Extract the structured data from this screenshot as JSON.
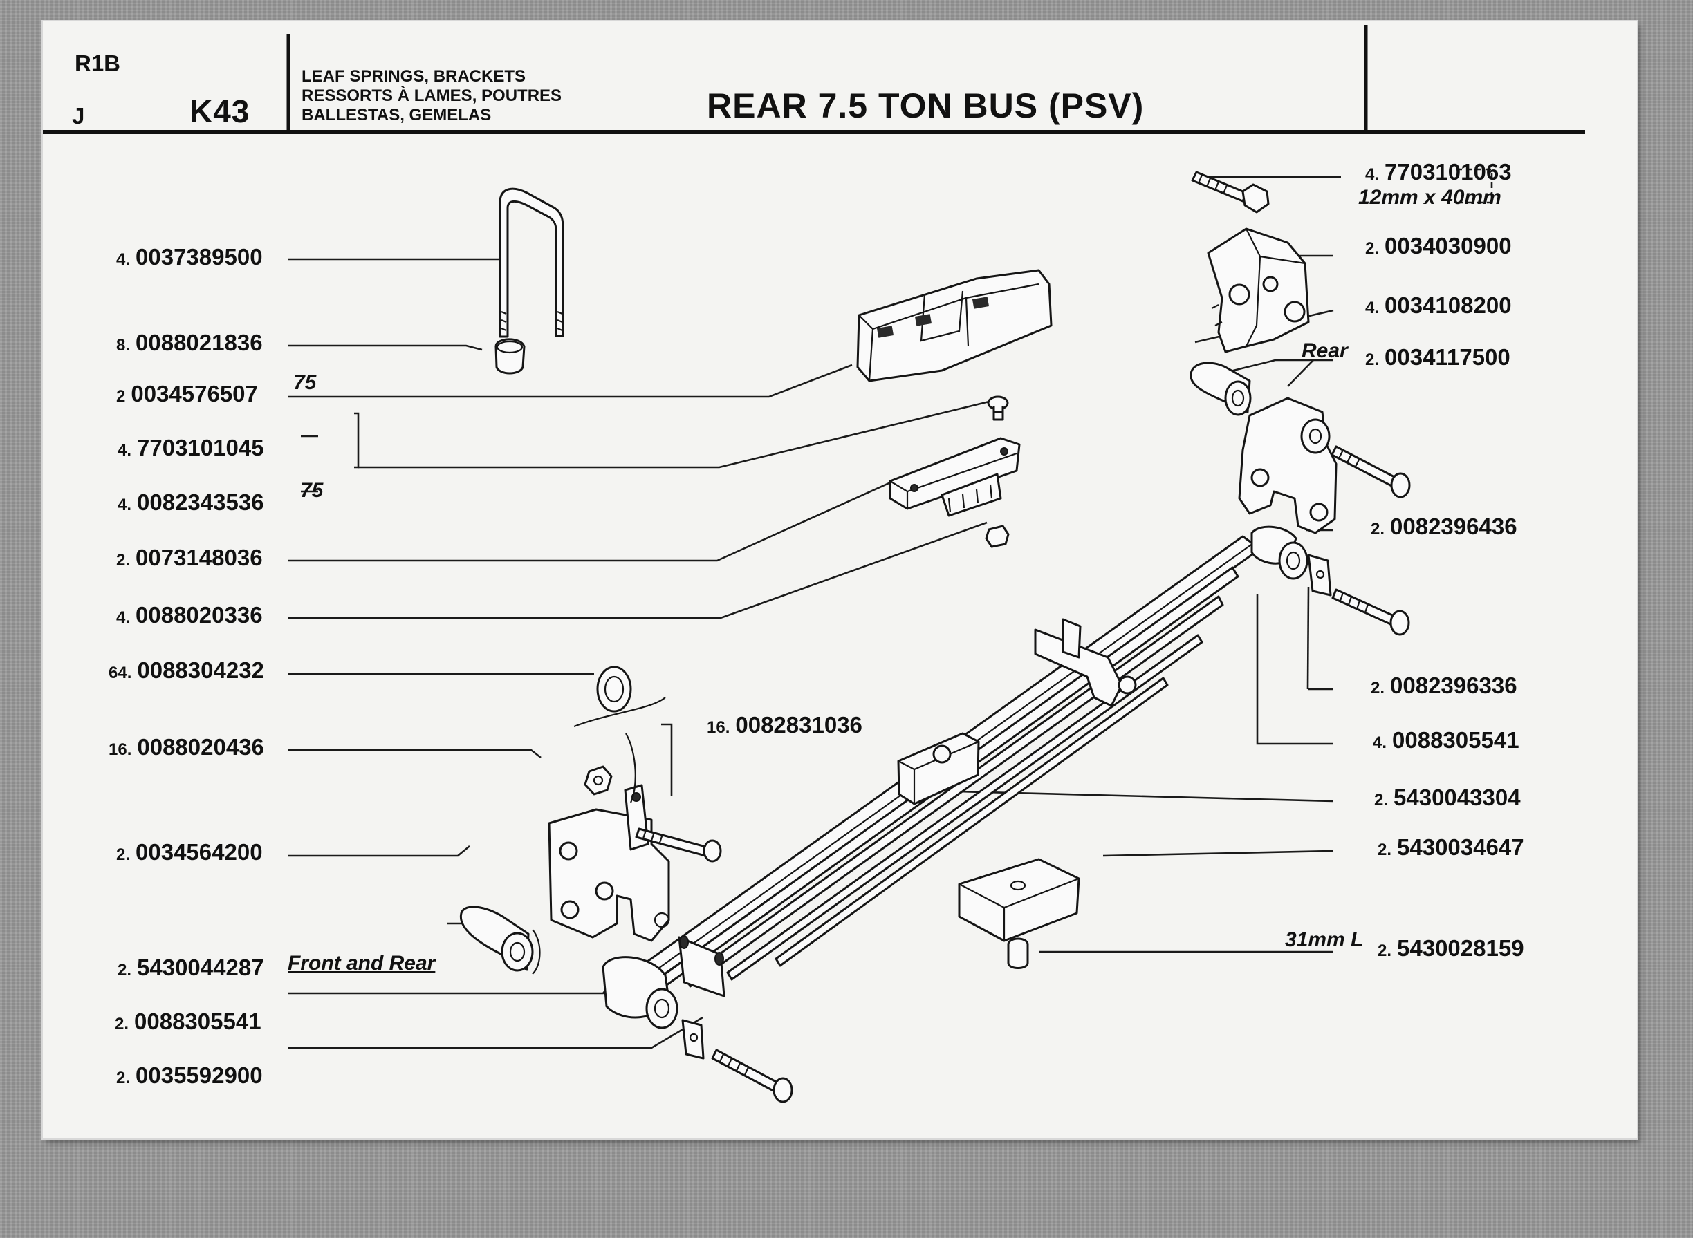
{
  "header": {
    "model_code": "R1B",
    "section_letter": "J",
    "plate_number": "K43",
    "description_lines": [
      "LEAF SPRINGS, BRACKETS",
      "RESSORTS À LAMES, POUTRES",
      "BALLESTAS, GEMELAS"
    ],
    "title": "REAR 7.5 TON BUS (PSV)"
  },
  "parts_left": [
    {
      "qty": "4.",
      "number": "0037389500"
    },
    {
      "qty": "8.",
      "number": "0088021836"
    },
    {
      "qty": "2",
      "number": "0034576507",
      "note": "75"
    },
    {
      "qty": "4.",
      "number": "7703101045"
    },
    {
      "qty": "4.",
      "number": "0082343536",
      "note": "75"
    },
    {
      "qty": "2.",
      "number": "0073148036"
    },
    {
      "qty": "4.",
      "number": "0088020336"
    },
    {
      "qty": "64.",
      "number": "0088304232"
    },
    {
      "qty": "16.",
      "number": "0088020436"
    },
    {
      "qty": "2.",
      "number": "0034564200"
    },
    {
      "qty": "2.",
      "number": "5430044287",
      "note": "Front and Rear"
    },
    {
      "qty": "2.",
      "number": "0088305541"
    },
    {
      "qty": "2.",
      "number": "0035592900"
    }
  ],
  "parts_center": [
    {
      "qty": "16.",
      "number": "0082831036"
    }
  ],
  "parts_right": [
    {
      "qty": "4.",
      "number": "7703101063",
      "note": "12mm x 40mm"
    },
    {
      "qty": "2.",
      "number": "0034030900"
    },
    {
      "qty": "4.",
      "number": "0034108200"
    },
    {
      "qty": "2.",
      "number": "0034117500",
      "note": "Rear"
    },
    {
      "qty": "2.",
      "number": "0082396436"
    },
    {
      "qty": "2.",
      "number": "0082396336"
    },
    {
      "qty": "4.",
      "number": "0088305541"
    },
    {
      "qty": "2.",
      "number": "5430043304"
    },
    {
      "qty": "2.",
      "number": "5430034647"
    },
    {
      "qty": "2.",
      "number": "5430028159",
      "note": "31mm L"
    }
  ],
  "icons": [
    "u-bolt-icon",
    "nut-icon",
    "rubber-pad-icon",
    "bolt-icon",
    "spacer-plate-icon",
    "washer-icon",
    "hanger-bracket-icon",
    "bush-icon",
    "shackle-icon",
    "leaf-spring-icon",
    "centre-bolt-icon",
    "packing-block-icon",
    "pin-icon"
  ]
}
